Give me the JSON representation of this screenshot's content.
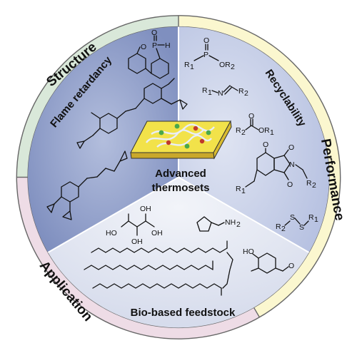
{
  "outer_ring": {
    "structure": "Structure",
    "performance": "Performance",
    "application": "Application"
  },
  "sectors": {
    "flame_retardancy": "Flame retardancy",
    "recyclability": "Recyclability",
    "bio_based_feedstock": "Bio-based feedstock"
  },
  "center": {
    "line1": "Advanced",
    "line2": "thermosets"
  },
  "chem_labels": {
    "dopo_o": "O",
    "dopo_p": "P",
    "dopo_h": "H",
    "dopo_po": "O",
    "phosphonate_r1": "R",
    "phosphonate_p": "P",
    "phosphonate_o": "O",
    "phosphonate_or2": "OR",
    "imine_r1": "R",
    "imine_n": "N",
    "imine_r2": "R",
    "ester_r2": "R",
    "ester_o": "O",
    "ester_or1": "OR",
    "da_o1": "O",
    "da_o2": "O",
    "da_o3": "O",
    "da_n": "N",
    "da_r1": "R",
    "da_r2": "R",
    "ss_r2": "R",
    "ss_s1": "S",
    "ss_s2": "S",
    "ss_r1": "R",
    "citric_ho": "HO",
    "citric_oh": "OH",
    "citric_oh2": "OH",
    "furan_nh2": "NH",
    "vanillin_ho": "HO",
    "vanillin_o": "O",
    "sub1": "1",
    "sub2": "2"
  },
  "colors": {
    "ring_structure": "#d9e8d9",
    "ring_performance": "#fbf7cf",
    "ring_application": "#eedce6",
    "sector_top_left": "#8e9cc6",
    "sector_right": "#c4cde6",
    "sector_bottom": "#e3e7f2",
    "chip": "#f2e24a"
  }
}
